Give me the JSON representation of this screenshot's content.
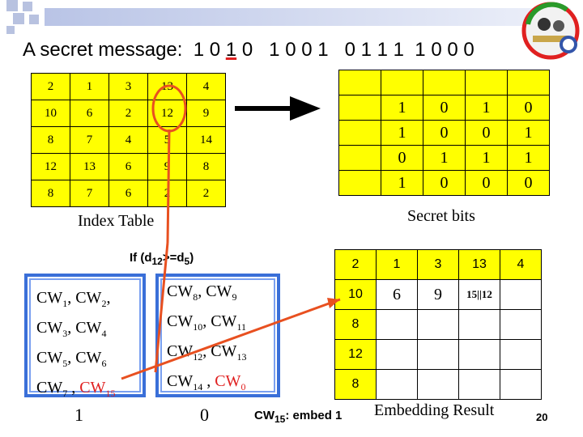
{
  "title": {
    "prefix": "A secret message:  1 0 ",
    "highlight": "1",
    "suffix": " 0   1 0 0 1   0 1 1 1  1 0 0 0"
  },
  "index_table": [
    [
      "2",
      "1",
      "3",
      "13",
      "4"
    ],
    [
      "10",
      "6",
      "2",
      "12",
      "9"
    ],
    [
      "8",
      "7",
      "4",
      "5",
      "14"
    ],
    [
      "12",
      "13",
      "6",
      "9",
      "8"
    ],
    [
      "8",
      "7",
      "6",
      "2",
      "2"
    ]
  ],
  "index_table_label": "Index Table",
  "secret_table": [
    [
      "",
      "",
      "",
      "",
      ""
    ],
    [
      "",
      "1",
      "0",
      "1",
      "0"
    ],
    [
      "",
      "1",
      "0",
      "0",
      "1"
    ],
    [
      "",
      "0",
      "1",
      "1",
      "1"
    ],
    [
      "",
      "1",
      "0",
      "0",
      "0"
    ]
  ],
  "secret_label": "Secret bits",
  "condition": {
    "prefix": "If (d",
    "sub1": "12",
    "mid": ">=d",
    "sub2": "5",
    "suffix": ")"
  },
  "cw_left": [
    {
      "a": "CW",
      "a_sub": "1",
      "b": "CW",
      "b_sub": "2",
      "sep": ", ",
      "end": ","
    },
    {
      "a": "CW",
      "a_sub": "3",
      "b": "CW",
      "b_sub": "4",
      "sep": ", ",
      "end": ""
    },
    {
      "a": "CW",
      "a_sub": "5",
      "b": "CW",
      "b_sub": "6",
      "sep": ", ",
      "end": ""
    },
    {
      "a": "CW",
      "a_sub": "7",
      "b": "CW",
      "b_sub": "15",
      "sep": " , ",
      "end": ""
    }
  ],
  "cw_right": [
    {
      "a": "CW",
      "a_sub": "8",
      "b": "CW",
      "b_sub": "9",
      "sep": ", ",
      "end": ""
    },
    {
      "a": "CW",
      "a_sub": "10",
      "b": "CW",
      "b_sub": "11",
      "sep": ", ",
      "end": ""
    },
    {
      "a": "CW",
      "a_sub": "12",
      "b": "CW",
      "b_sub": "13",
      "sep": ", ",
      "end": ""
    },
    {
      "a": "CW",
      "a_sub": "14",
      "b": "CW",
      "b_sub": "0",
      "sep": " , ",
      "end": ""
    }
  ],
  "left_box_label": "1",
  "right_box_label": "0",
  "embed_note": {
    "prefix": "CW",
    "sub": "15",
    "suffix": ": embed 1"
  },
  "result_table": [
    [
      "2",
      "1",
      "3",
      "13",
      "4"
    ],
    [
      "10",
      "6",
      "9",
      "15||12",
      ""
    ],
    [
      "8",
      "",
      "",
      "",
      ""
    ],
    [
      "12",
      "",
      "",
      "",
      ""
    ],
    [
      "8",
      "",
      "",
      "",
      ""
    ]
  ],
  "result_label": "Embedding Result",
  "page_number": "20",
  "colors": {
    "table_fill": "#ffff00",
    "arrow": "#e85020",
    "highlight_circle": "#e85020",
    "box_border": "#3a6fd8",
    "header_bar": "#b9c4e6"
  }
}
